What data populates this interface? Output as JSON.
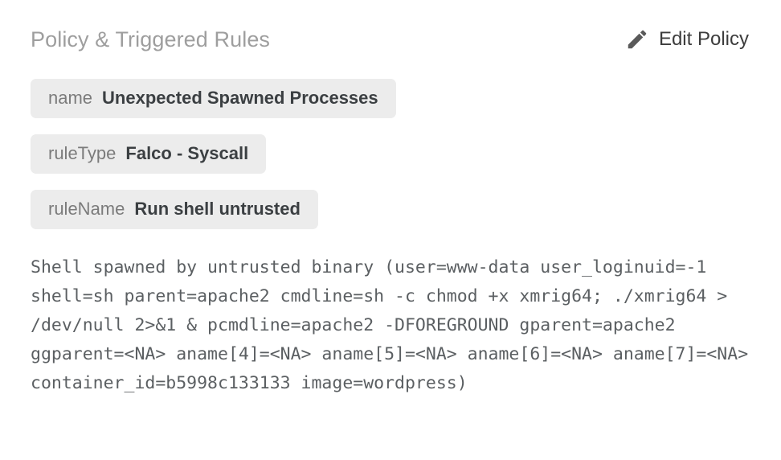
{
  "header": {
    "title": "Policy & Triggered Rules",
    "edit_action": {
      "label": "Edit Policy",
      "icon": "pencil-icon"
    }
  },
  "fields": [
    {
      "key": "name",
      "value": "Unexpected Spawned Processes"
    },
    {
      "key": "ruleType",
      "value": "Falco - Syscall"
    },
    {
      "key": "ruleName",
      "value": "Run shell untrusted"
    }
  ],
  "description": "Shell spawned by untrusted binary (user=www-data user_loginuid=-1 shell=sh parent=apache2 cmdline=sh -c chmod +x xmrig64; ./xmrig64 > /dev/null 2>&1 & pcmdline=apache2 -DFOREGROUND gparent=apache2 ggparent=<NA> aname[4]=<NA> aname[5]=<NA> aname[6]=<NA> aname[7]=<NA> container_id=b5998c133133 image=wordpress)",
  "colors": {
    "page_background": "#ffffff",
    "title_text": "#9e9e9e",
    "chip_background": "#ececec",
    "chip_key_text": "#7b7b7b",
    "chip_value_text": "#3b3f42",
    "description_text": "#5b5f62",
    "edit_action_text": "#3c3c3c",
    "pencil_icon": "#5a5a5a"
  }
}
